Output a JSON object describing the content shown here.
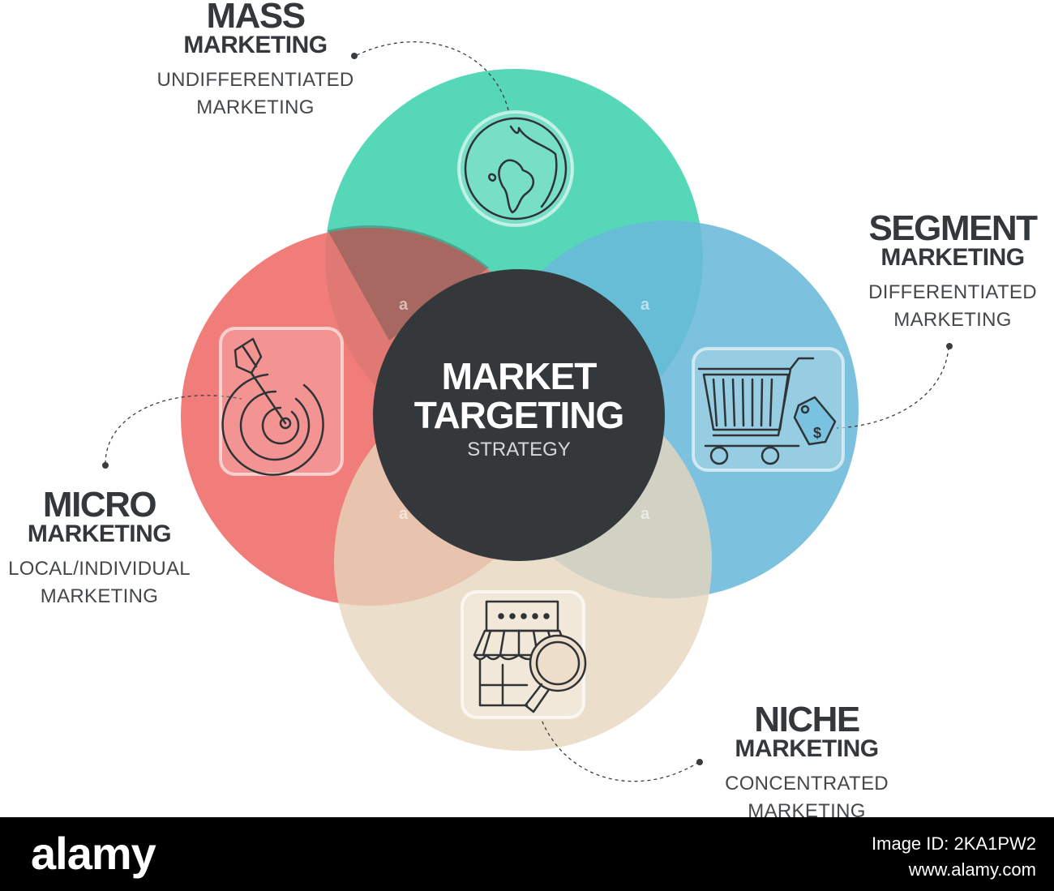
{
  "center": {
    "title_line1": "MARKET",
    "title_line2": "TARGETING",
    "subtitle": "STRATEGY"
  },
  "segments": {
    "mass": {
      "title": "MASS",
      "subtitle": "MARKETING",
      "desc_line1": "UNDIFFERENTIATED",
      "desc_line2": "MARKETING",
      "icon": "globe-icon",
      "color": "#4dd6b4"
    },
    "segment": {
      "title": "SEGMENT",
      "subtitle": "MARKETING",
      "desc_line1": "DIFFERENTIATED",
      "desc_line2": "MARKETING",
      "icon": "shopping-cart-icon",
      "color": "#79c3e0"
    },
    "micro": {
      "title": "MICRO",
      "subtitle": "MARKETING",
      "desc_line1": "LOCAL/INDIVIDUAL",
      "desc_line2": "MARKETING",
      "icon": "dartboard-icon",
      "color": "#f27a76"
    },
    "niche": {
      "title": "NICHE",
      "subtitle": "MARKETING",
      "desc_line1": "CONCENTRATED",
      "desc_line2": "MARKETING",
      "icon": "storefront-search-icon",
      "color": "#eddfcb"
    }
  },
  "center_color": "#35383b",
  "watermark": "a",
  "footer": {
    "brand": "alamy",
    "image_id": "Image ID: 2KA1PW2",
    "site": "www.alamy.com"
  }
}
